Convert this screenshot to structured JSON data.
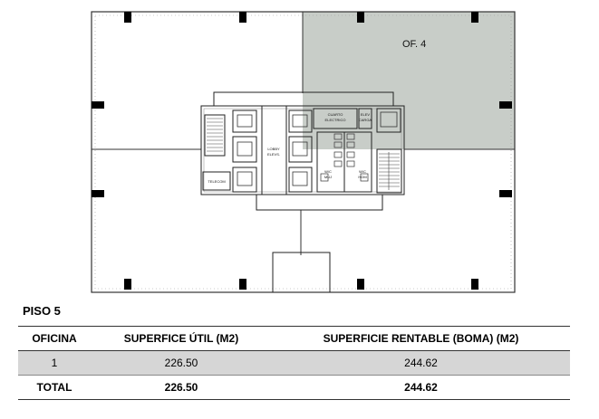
{
  "plan": {
    "office_label": "OF. 4",
    "rooms": {
      "cuarto_line1": "CUARTO",
      "cuarto_line2": "ELECTRICO",
      "elev_line1": "ELEV",
      "elev_line2": "CARGA",
      "lobby_line1": "LOBBY",
      "lobby_line2": "ELEVS.",
      "wc_muj_line1": "W/C",
      "wc_muj_line2": "MUJ",
      "wc_hom_line1": "W/C",
      "wc_hom_line2": "HOM",
      "telecom": "TELECOM"
    },
    "highlight_color": "#c8cdc8"
  },
  "floor": {
    "title": "PISO 5"
  },
  "table": {
    "headers": [
      "OFICINA",
      "SUPERFICE ÚTIL (M2)",
      "SUPERFICIE RENTABLE (BOMA) (M2)"
    ],
    "rows": [
      [
        "1",
        "226.50",
        "244.62"
      ]
    ],
    "total": [
      "TOTAL",
      "226.50",
      "244.62"
    ]
  }
}
